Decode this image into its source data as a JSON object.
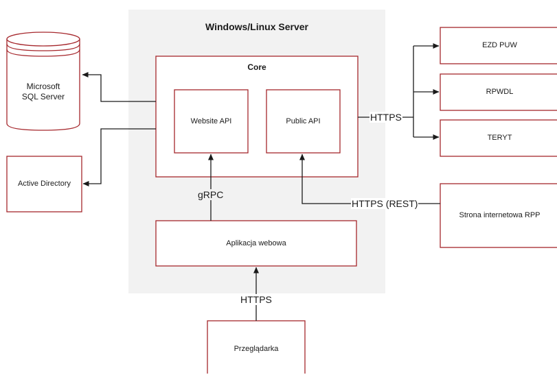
{
  "colors": {
    "box_stroke": "#a5262b",
    "panel_fill": "#f2f2f2",
    "line": "#1a1a1a"
  },
  "server_panel": {
    "title": "Windows/Linux Server"
  },
  "core": {
    "title": "Core"
  },
  "nodes": {
    "website_api": "Website API",
    "public_api": "Public API",
    "webapp": "Aplikacja webowa",
    "browser": "Przeglądarka",
    "sql": "Microsoft\nSQL Server",
    "ad": "Active Directory",
    "ezd": "EZD PUW",
    "rpwdl": "RPWDL",
    "teryt": "TERYT",
    "rpp": "Strona internetowa RPP"
  },
  "edges": {
    "grpc": "gRPC",
    "https_out": "HTTPS",
    "https_rest": "HTTPS (REST)",
    "https_browser": "HTTPS"
  },
  "icons": {
    "database": "database-cylinder-icon",
    "arrowhead": "arrowhead-icon"
  }
}
